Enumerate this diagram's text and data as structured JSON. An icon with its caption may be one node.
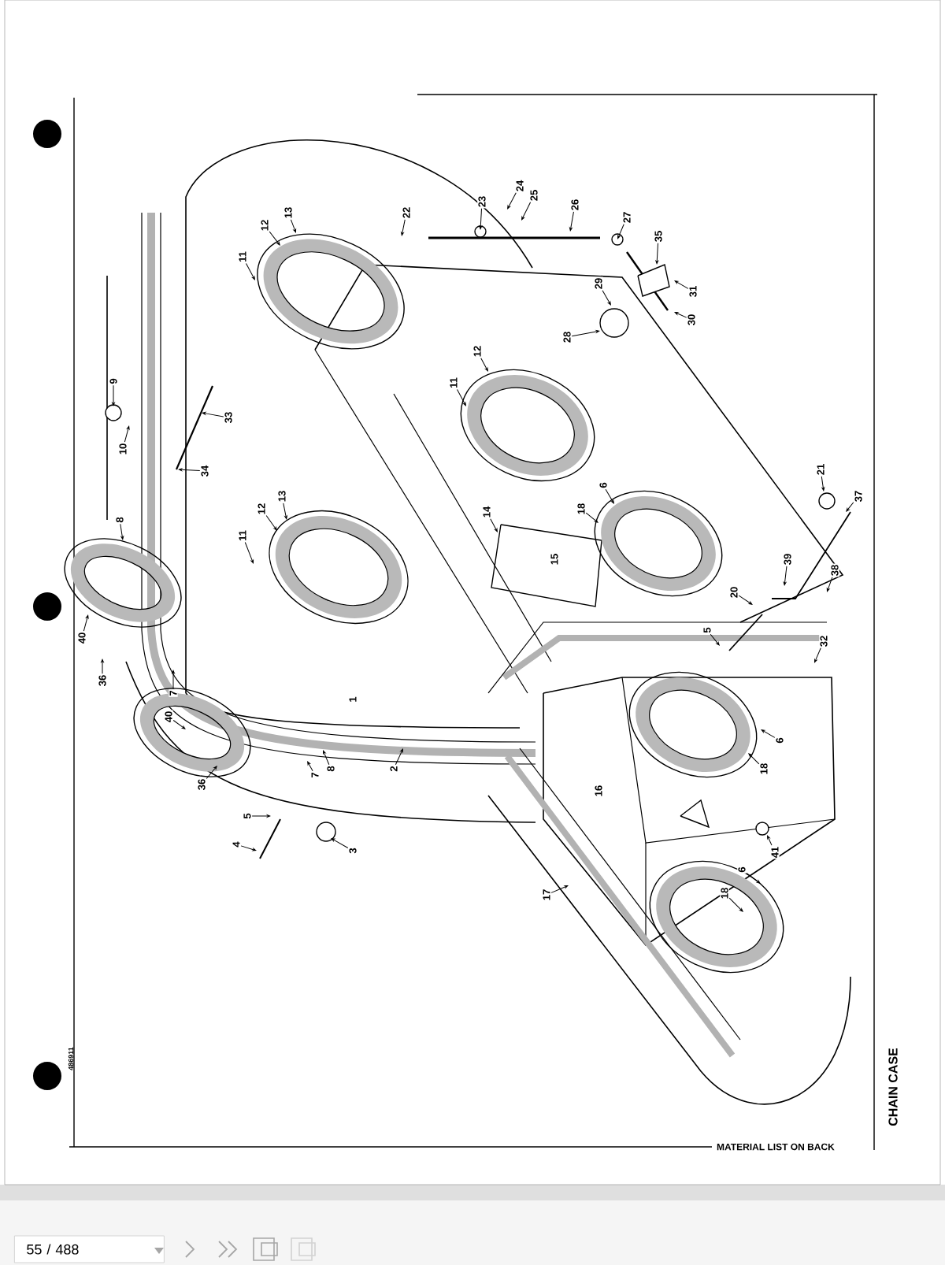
{
  "diagram": {
    "nodes": [
      {
        "text": [
          "22"
        ]
      },
      {
        "text": [
          "23"
        ]
      },
      {
        "text": [
          "24"
        ]
      },
      {
        "text": [
          "25"
        ]
      },
      {
        "text": [
          "26"
        ]
      },
      {
        "text": [
          "27"
        ]
      },
      {
        "text": [
          "35"
        ]
      },
      {
        "text": [
          "13"
        ]
      },
      {
        "text": [
          "12"
        ]
      },
      {
        "text": [
          "11"
        ]
      },
      {
        "text": [
          "31"
        ]
      },
      {
        "text": [
          "29"
        ]
      },
      {
        "text": [
          "28"
        ]
      },
      {
        "text": [
          "30"
        ]
      },
      {
        "text": [
          "12"
        ]
      },
      {
        "text": [
          "11"
        ]
      },
      {
        "text": [
          "9"
        ]
      },
      {
        "text": [
          "33"
        ]
      },
      {
        "text": [
          "10"
        ]
      },
      {
        "text": [
          "34"
        ]
      },
      {
        "text": [
          "21"
        ]
      },
      {
        "text": [
          "6"
        ]
      },
      {
        "text": [
          "13"
        ]
      },
      {
        "text": [
          "37"
        ]
      },
      {
        "text": [
          "14"
        ]
      },
      {
        "text": [
          "18"
        ]
      },
      {
        "text": [
          "12"
        ]
      },
      {
        "text": [
          "8"
        ]
      },
      {
        "text": [
          "11"
        ]
      },
      {
        "text": [
          "39"
        ]
      },
      {
        "text": [
          "38"
        ]
      },
      {
        "text": [
          "20"
        ]
      },
      {
        "text": [
          "5"
        ]
      },
      {
        "text": [
          "40"
        ]
      },
      {
        "text": [
          "32"
        ]
      },
      {
        "text": [
          "36"
        ]
      },
      {
        "text": [
          "7"
        ]
      },
      {
        "text": [
          "40"
        ]
      },
      {
        "text": [
          "6"
        ]
      },
      {
        "text": [
          "2"
        ]
      },
      {
        "text": [
          "8"
        ]
      },
      {
        "text": [
          "18"
        ]
      },
      {
        "text": [
          "7"
        ]
      },
      {
        "text": [
          "36"
        ]
      },
      {
        "text": [
          "5"
        ]
      },
      {
        "text": [
          "4"
        ]
      },
      {
        "text": [
          "3"
        ]
      },
      {
        "text": [
          "41"
        ]
      },
      {
        "text": [
          "6"
        ]
      },
      {
        "text": [
          "18"
        ]
      },
      {
        "text": [
          "17"
        ]
      }
    ],
    "edges": [
      {
        "from": 0,
        "to": null,
        "arrow": "to"
      },
      {
        "from": 1,
        "to": null,
        "arrow": "to"
      },
      {
        "from": 2,
        "to": null,
        "arrow": "to"
      },
      {
        "from": 3,
        "to": null,
        "arrow": "to"
      },
      {
        "from": 4,
        "to": null,
        "arrow": "to"
      },
      {
        "from": 5,
        "to": null,
        "arrow": "to"
      },
      {
        "from": 6,
        "to": null,
        "arrow": "to"
      },
      {
        "from": 7,
        "to": null,
        "arrow": "to"
      },
      {
        "from": 8,
        "to": null,
        "arrow": "to"
      },
      {
        "from": 9,
        "to": null,
        "arrow": "to"
      },
      {
        "from": 10,
        "to": null,
        "arrow": "to"
      },
      {
        "from": 11,
        "to": null,
        "arrow": "to"
      },
      {
        "from": 12,
        "to": null,
        "arrow": "to"
      },
      {
        "from": 13,
        "to": null,
        "arrow": "to"
      },
      {
        "from": 14,
        "to": null,
        "arrow": "to"
      },
      {
        "from": 15,
        "to": null,
        "arrow": "to"
      },
      {
        "from": 16,
        "to": null,
        "arrow": "to"
      },
      {
        "from": 17,
        "to": null,
        "arrow": "to"
      },
      {
        "from": 18,
        "to": null,
        "arrow": "to"
      },
      {
        "from": 19,
        "to": null,
        "arrow": "to"
      },
      {
        "from": 20,
        "to": null,
        "arrow": "to"
      },
      {
        "from": 21,
        "to": null,
        "arrow": "to"
      },
      {
        "from": 22,
        "to": null,
        "arrow": "to"
      },
      {
        "from": 23,
        "to": null,
        "arrow": "to"
      },
      {
        "from": 24,
        "to": null,
        "arrow": "to"
      },
      {
        "from": 25,
        "to": null,
        "arrow": "to"
      },
      {
        "from": 26,
        "to": null,
        "arrow": "to"
      },
      {
        "from": 27,
        "to": null,
        "arrow": "to"
      },
      {
        "from": 28,
        "to": null,
        "arrow": "to"
      },
      {
        "from": 29,
        "to": null,
        "arrow": "to"
      },
      {
        "from": 30,
        "to": null,
        "arrow": "to"
      },
      {
        "from": 31,
        "to": null,
        "arrow": "to"
      },
      {
        "from": 32,
        "to": null,
        "arrow": "to"
      },
      {
        "from": 33,
        "to": null,
        "arrow": "to"
      },
      {
        "from": 34,
        "to": null,
        "arrow": "to"
      },
      {
        "from": 35,
        "to": null,
        "arrow": "to"
      },
      {
        "from": 36,
        "to": null,
        "arrow": "to"
      },
      {
        "from": 37,
        "to": null,
        "arrow": "to"
      },
      {
        "from": 38,
        "to": null,
        "arrow": "to"
      },
      {
        "from": 39,
        "to": null,
        "arrow": "to"
      },
      {
        "from": 40,
        "to": null,
        "arrow": "to"
      },
      {
        "from": 41,
        "to": null,
        "arrow": "to"
      },
      {
        "from": 42,
        "to": null,
        "arrow": "to"
      },
      {
        "from": 43,
        "to": null,
        "arrow": "to"
      },
      {
        "from": 44,
        "to": null,
        "arrow": "to"
      },
      {
        "from": 45,
        "to": null,
        "arrow": "to"
      },
      {
        "from": 46,
        "to": null,
        "arrow": "to"
      },
      {
        "from": 47,
        "to": null,
        "arrow": "to"
      },
      {
        "from": 48,
        "to": null,
        "arrow": "to"
      },
      {
        "from": 49,
        "to": null,
        "arrow": "to"
      },
      {
        "from": 50,
        "to": null,
        "arrow": "to"
      }
    ],
    "labels": [
      "1",
      "15",
      "16",
      "486911",
      "MATERIAL LIST ON BACK",
      "CHAIN CASE",
      "55 / 488"
    ]
  }
}
